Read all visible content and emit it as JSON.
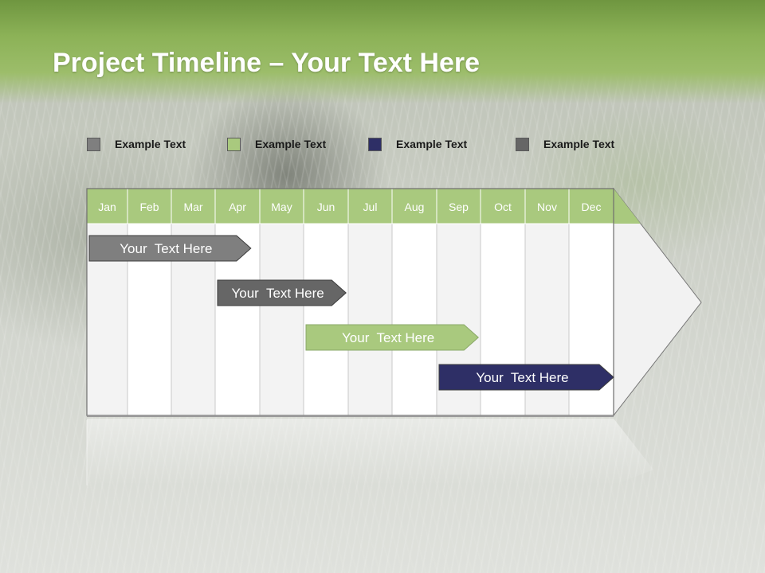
{
  "title": {
    "bold": "Project Timeline",
    "rest": " – Your Text Here"
  },
  "legend": [
    {
      "label": "Example Text",
      "color": "#7f7f7f"
    },
    {
      "label": "Example Text",
      "color": "#a9c97e"
    },
    {
      "label": "Example Text",
      "color": "#2e2f66"
    },
    {
      "label": "Example Text",
      "color": "#666666"
    }
  ],
  "colors": {
    "header": "#8cb257",
    "month_band": "#a9c97e",
    "column_light": "#f3f3f3",
    "column_white": "#ffffff"
  },
  "chart_data": {
    "type": "gantt",
    "months": [
      "Jan",
      "Feb",
      "Mar",
      "Apr",
      "May",
      "Jun",
      "Jul",
      "Aug",
      "Sep",
      "Oct",
      "Nov",
      "Dec"
    ],
    "tasks": [
      {
        "label": "Your  Text Here",
        "start": 0.0,
        "end": 3.8,
        "color": "#7f7f7f"
      },
      {
        "label": "Your  Text Here",
        "start": 3.0,
        "end": 5.95,
        "color": "#666666"
      },
      {
        "label": "Your  Text Here",
        "start": 5.0,
        "end": 8.95,
        "color": "#a9c97e"
      },
      {
        "label": "Your  Text Here",
        "start": 8.0,
        "end": 12.0,
        "color": "#2e2f66"
      }
    ]
  }
}
